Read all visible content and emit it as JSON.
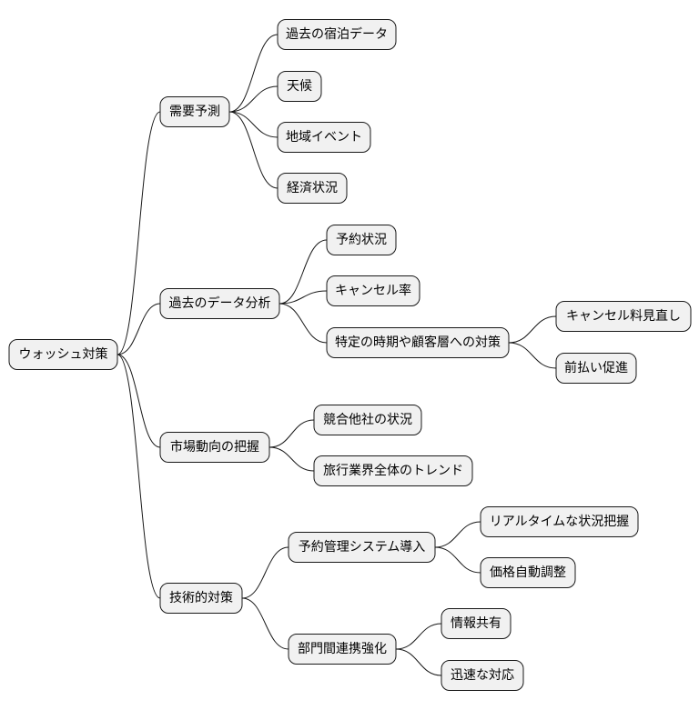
{
  "mindmap": {
    "root": {
      "label": "ウォッシュ対策",
      "children": [
        {
          "label": "需要予測",
          "children": [
            {
              "label": "過去の宿泊データ"
            },
            {
              "label": "天候"
            },
            {
              "label": "地域イベント"
            },
            {
              "label": "経済状況"
            }
          ]
        },
        {
          "label": "過去のデータ分析",
          "children": [
            {
              "label": "予約状況"
            },
            {
              "label": "キャンセル率"
            },
            {
              "label": "特定の時期や顧客層への対策",
              "children": [
                {
                  "label": "キャンセル料見直し"
                },
                {
                  "label": "前払い促進"
                }
              ]
            }
          ]
        },
        {
          "label": "市場動向の把握",
          "children": [
            {
              "label": "競合他社の状況"
            },
            {
              "label": "旅行業界全体のトレンド"
            }
          ]
        },
        {
          "label": "技術的対策",
          "children": [
            {
              "label": "予約管理システム導入",
              "children": [
                {
                  "label": "リアルタイムな状況把握"
                },
                {
                  "label": "価格自動調整"
                }
              ]
            },
            {
              "label": "部門間連携強化",
              "children": [
                {
                  "label": "情報共有"
                },
                {
                  "label": "迅速な対応"
                }
              ]
            }
          ]
        }
      ]
    }
  }
}
